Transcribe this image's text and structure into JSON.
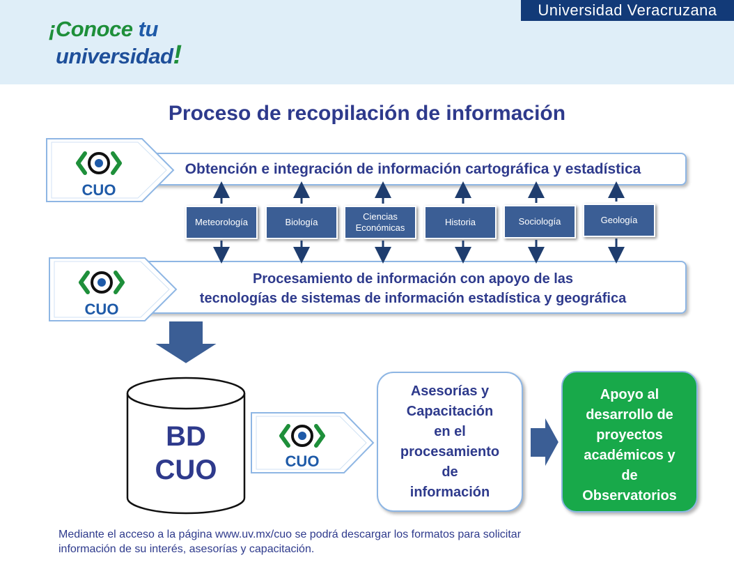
{
  "header": {
    "university": "Universidad Veracruzana",
    "slogan_line1_prefix": "¡Conoce ",
    "slogan_line1_tu": "tu",
    "slogan_line2": "universidad",
    "slogan_line2_bang": "!"
  },
  "title": "Proceso de recopilación de información",
  "logo": {
    "text": "CUO",
    "icon": "eye-logo-icon"
  },
  "stage1": {
    "label": "Obtención e integración de información cartográfica y estadística"
  },
  "categories": [
    {
      "line1": "Meteorología",
      "line2": ""
    },
    {
      "line1": "Biología",
      "line2": ""
    },
    {
      "line1": "Ciencias",
      "line2": "Económicas"
    },
    {
      "line1": "Historia",
      "line2": ""
    },
    {
      "line1": "Sociología",
      "line2": ""
    },
    {
      "line1": "Geología",
      "line2": ""
    }
  ],
  "stage2": {
    "line1": "Procesamiento de información con apoyo de las",
    "line2": "tecnologías  de sistemas de información estadística y geográfica"
  },
  "database": {
    "line1": "BD",
    "line2": "CUO"
  },
  "asesorias": [
    "Asesorías y",
    "Capacitación",
    "en el",
    "procesamiento",
    "de",
    "información"
  ],
  "apoyo": [
    "Apoyo al",
    "desarrollo de",
    "proyectos",
    "académicos y",
    "de",
    "Observatorios"
  ],
  "footer": {
    "line1": "Mediante el acceso a la página www.uv.mx/cuo se podrá descargar los formatos para solicitar",
    "line2": "información de su interés, asesorías y capacitación."
  },
  "colors": {
    "navy": "#2e3a8c",
    "category_blue": "#3b5e95",
    "green": "#18a94a",
    "logo_green": "#1e8f3a",
    "logo_blue": "#1e5aa8",
    "header_band": "#dfeef8",
    "uv_band": "#123a78"
  }
}
